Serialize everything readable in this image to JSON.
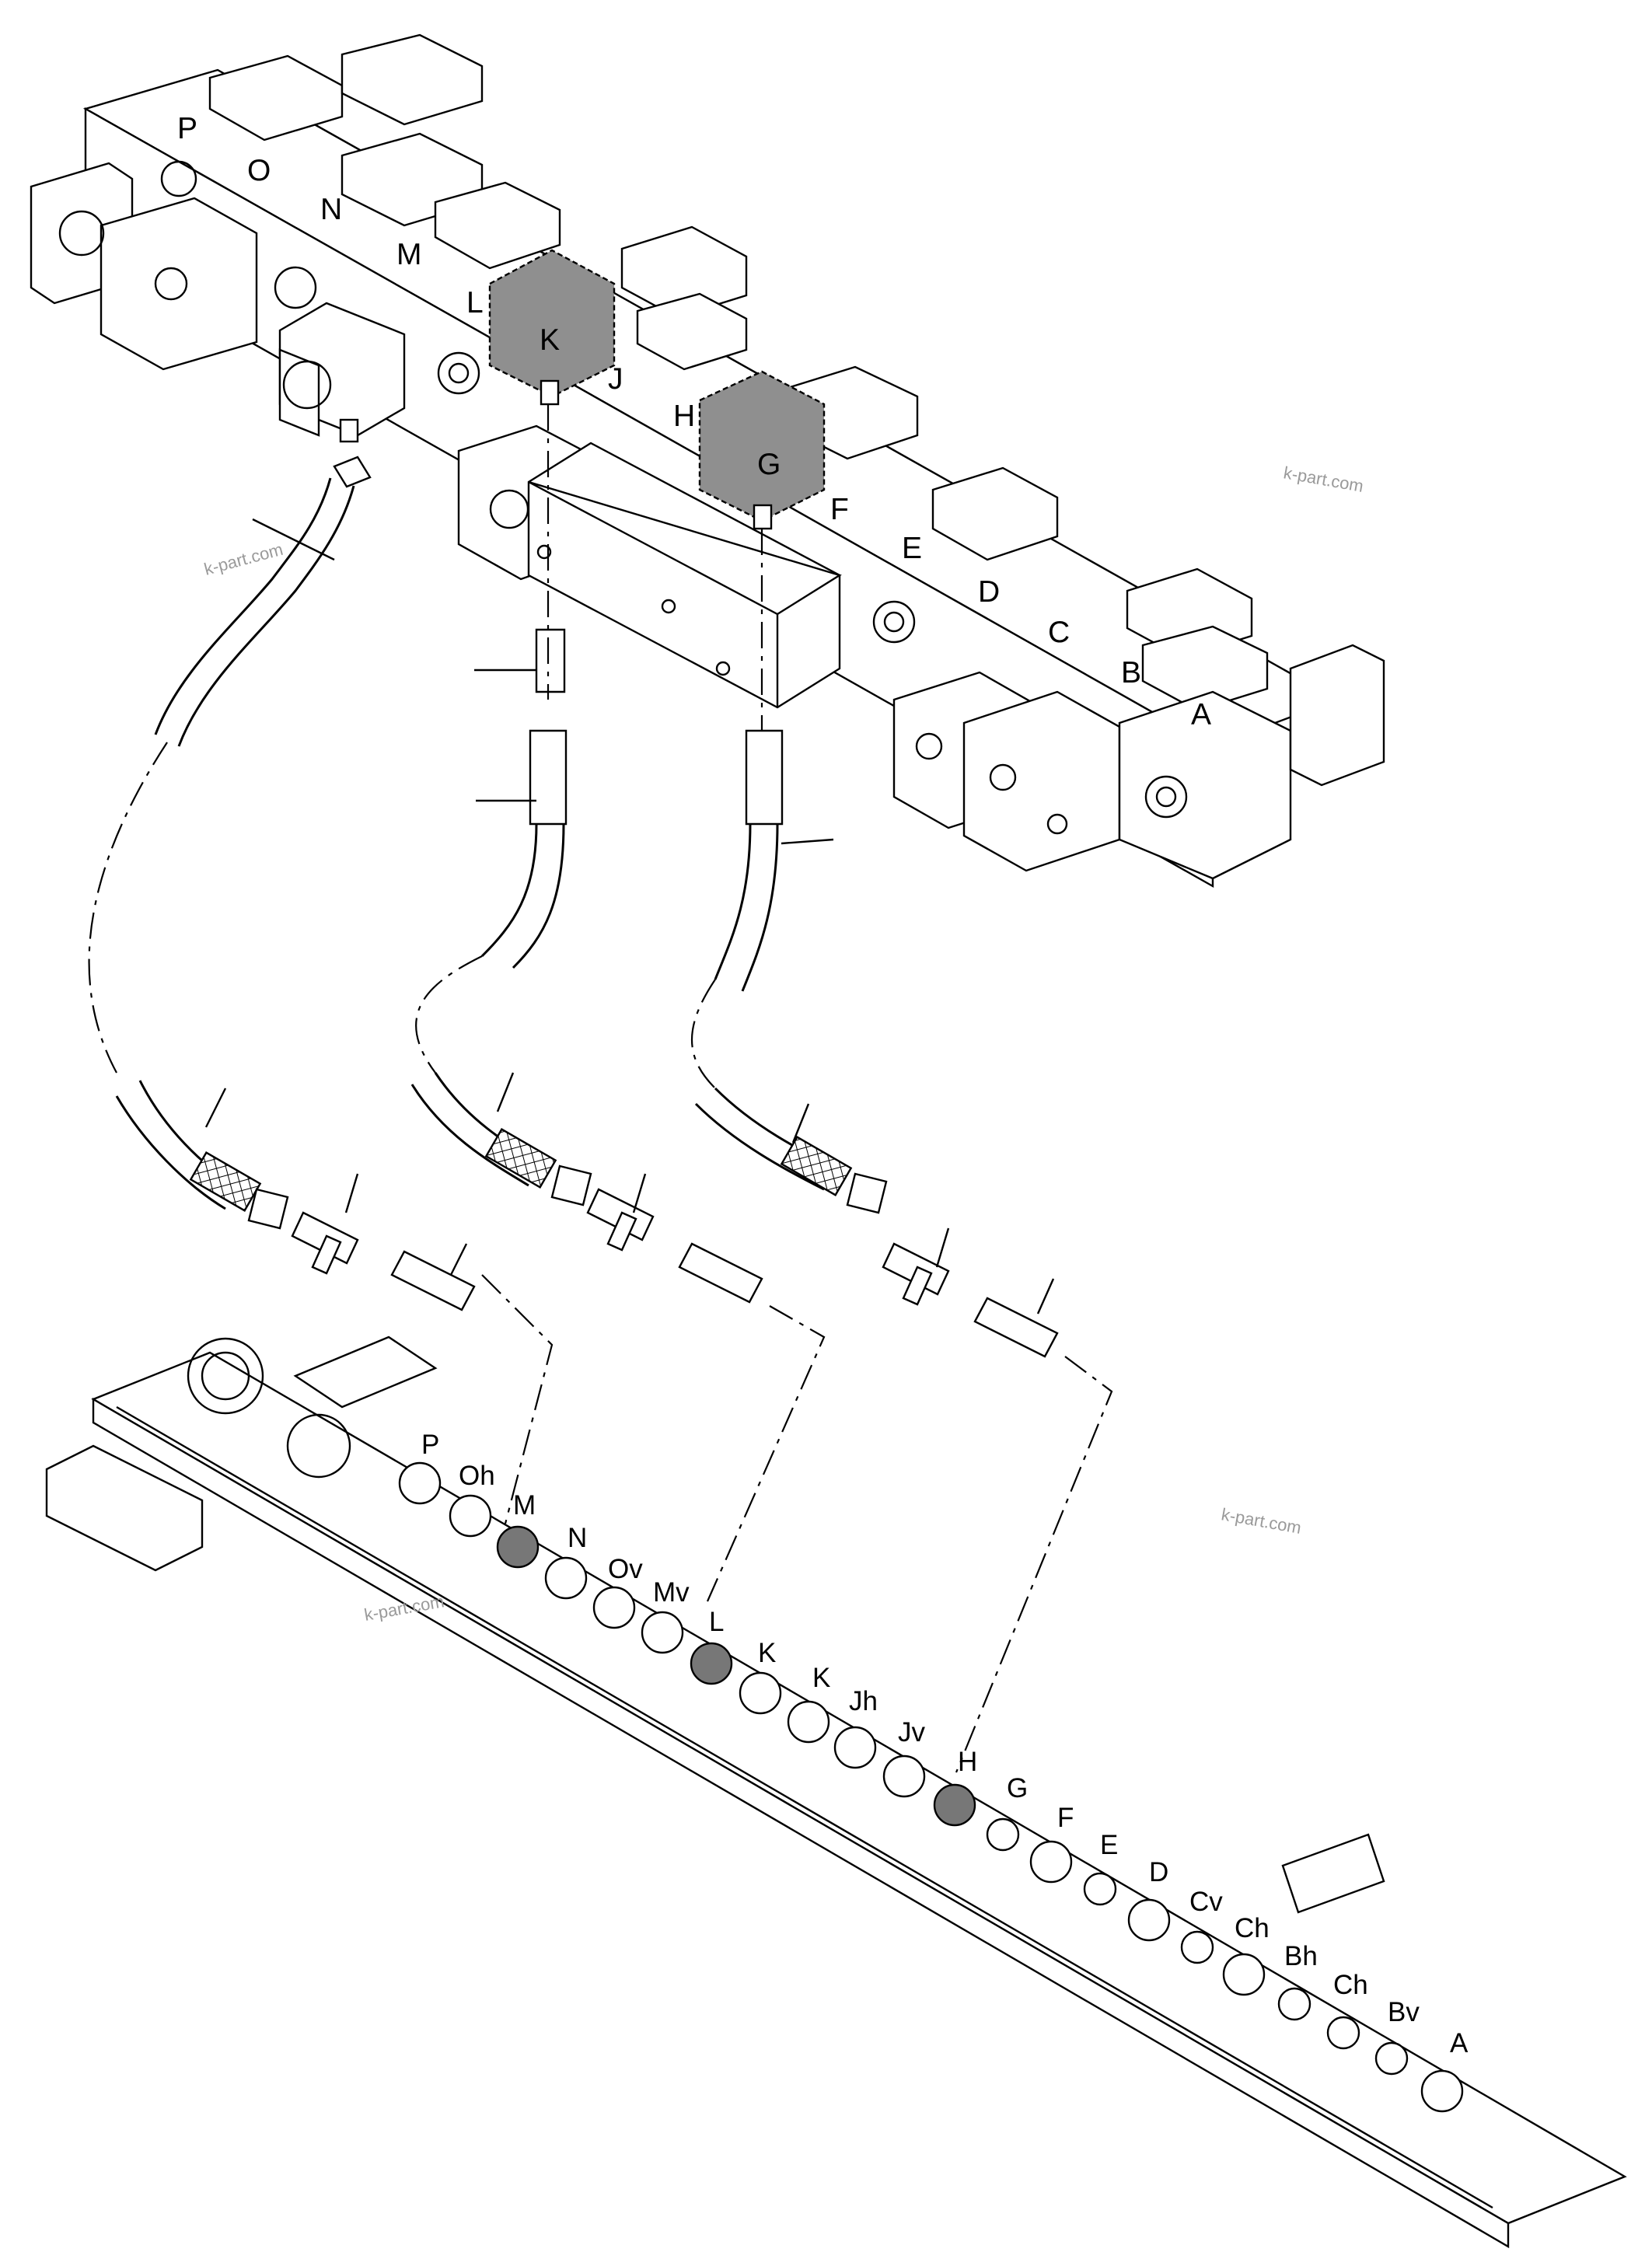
{
  "valve_sections": [
    "P",
    "O",
    "N",
    "M",
    "L",
    "K",
    "J",
    "H",
    "G",
    "F",
    "E",
    "D",
    "C",
    "B",
    "A"
  ],
  "highlighted_sections": [
    "K",
    "G"
  ],
  "port_plate_labels": [
    "P",
    "Oh",
    "M",
    "N",
    "Ov",
    "Mv",
    "L",
    "K",
    "K",
    "Jh",
    "Jv",
    "H",
    "G",
    "F",
    "E",
    "D",
    "Cv",
    "Ch",
    "Bh",
    "Ch",
    "Bv",
    "A"
  ],
  "highlighted_ports": [
    "M",
    "L",
    "H"
  ],
  "watermarks": [
    "k-part.com",
    "k-part.com",
    "k-part.com",
    "k-part.com"
  ],
  "colors": {
    "line": "#000000",
    "shade": "#8f8f8f",
    "watermark": "#9a9a9a",
    "background": "#ffffff"
  }
}
